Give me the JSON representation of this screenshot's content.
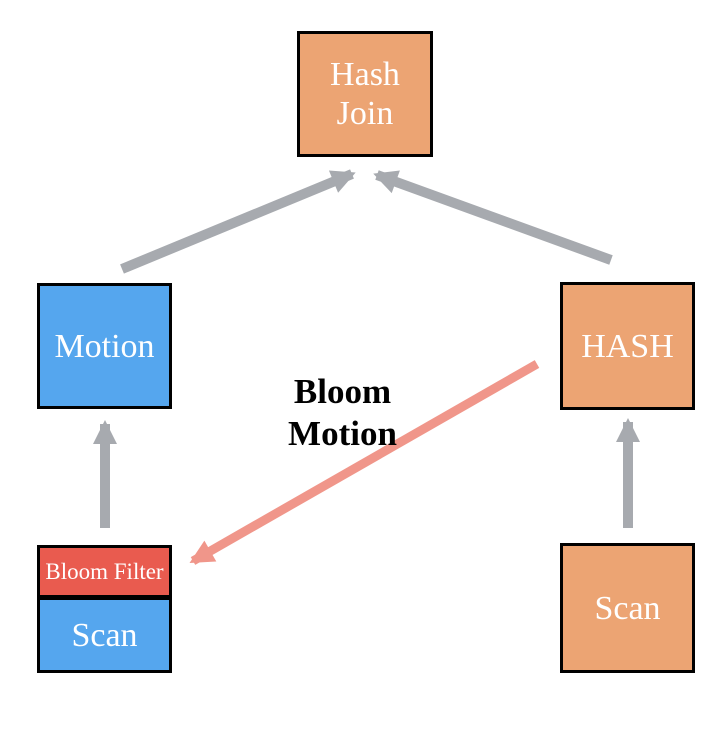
{
  "diagram": {
    "type": "query-plan-diagram",
    "nodes": {
      "hash_join": {
        "label": "Hash\nJoin",
        "fill": "#ECA473",
        "text_color": "#FFFFFF"
      },
      "motion": {
        "label": "Motion",
        "fill": "#55A6EE",
        "text_color": "#FFFFFF"
      },
      "hash": {
        "label": "HASH",
        "fill": "#ECA473",
        "text_color": "#FFFFFF"
      },
      "bloom_filter": {
        "label": "Bloom Filter",
        "fill": "#E95B4F",
        "text_color": "#FFFFFF"
      },
      "scan_left": {
        "label": "Scan",
        "fill": "#55A6EE",
        "text_color": "#FFFFFF"
      },
      "scan_right": {
        "label": "Scan",
        "fill": "#ECA473",
        "text_color": "#FFFFFF"
      }
    },
    "annotation": {
      "line1": "Bloom",
      "line2": "Motion"
    },
    "edges": [
      {
        "from": "motion",
        "to": "hash_join",
        "style": "gray"
      },
      {
        "from": "hash",
        "to": "hash_join",
        "style": "gray"
      },
      {
        "from": "bloom_filter",
        "to": "motion",
        "style": "gray"
      },
      {
        "from": "scan_right",
        "to": "hash",
        "style": "gray"
      },
      {
        "from": "hash",
        "to": "bloom_filter",
        "style": "salmon",
        "meaning": "Bloom Motion"
      }
    ],
    "colors": {
      "arrow_gray": "#A7AAAF",
      "arrow_salmon": "#F0968A",
      "border": "#000000",
      "background": "#FFFFFF",
      "annotation_text": "#000000"
    }
  }
}
